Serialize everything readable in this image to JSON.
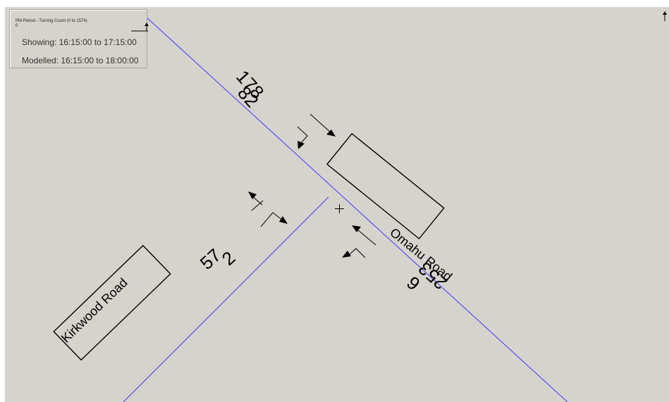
{
  "info_panel": {
    "title": "PM Period - Turning Count (0 to 1574)",
    "subtitle": "0",
    "showing": "Showing: 16:15:00 to 17:15:00",
    "modelled": "Modelled: 16:15:00 to 18:00:00"
  },
  "roads": {
    "omahu": "Omahu Road",
    "kirkwood": "Kirkwood Road"
  },
  "counts": {
    "north_top": "178",
    "north_bottom": "82",
    "west_top": "57",
    "west_bottom": "2",
    "east_top": "253",
    "east_bottom": "6"
  },
  "colors": {
    "canvas_bg": "#d6d3cc",
    "road_line": "#3b3bff",
    "text": "#000000"
  },
  "icons": {
    "collapse": "collapse-arrow-icon",
    "corner": "up-arrow-icon",
    "cursor": "crosshair-cursor-icon"
  }
}
